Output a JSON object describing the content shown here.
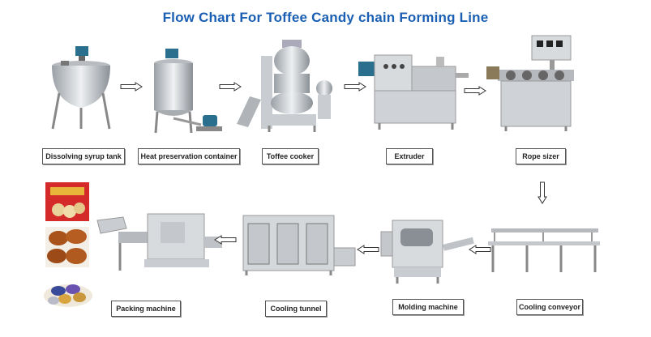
{
  "title": "Flow Chart For Toffee Candy chain Forming Line",
  "steps": [
    {
      "label": "Dissolving syrup tank"
    },
    {
      "label": "Heat preservation container"
    },
    {
      "label": "Toffee cooker"
    },
    {
      "label": "Extruder"
    },
    {
      "label": "Rope sizer"
    },
    {
      "label": "Cooling conveyor"
    },
    {
      "label": "Molding machine"
    },
    {
      "label": "Cooling tunnel"
    },
    {
      "label": "Packing machine"
    }
  ],
  "colors": {
    "title": "#1a5fb4",
    "steel": "#c9ccd0",
    "steel_dark": "#8a8f96",
    "motor": "#2b6f8f",
    "label_border": "#555555"
  },
  "icons": {
    "arrow_right": "right-arrow-icon",
    "arrow_down": "down-arrow-icon",
    "arrow_left": "left-arrow-icon"
  }
}
